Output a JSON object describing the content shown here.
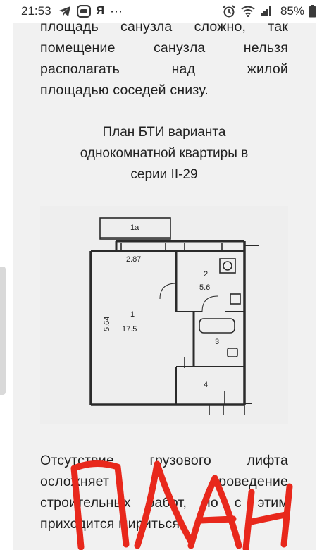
{
  "status_bar": {
    "time": "21:53",
    "left_icons": [
      "telegram-icon",
      "messenger-icon",
      "yandex-icon",
      "more-dots-icon"
    ],
    "yandex_glyph": "Я",
    "more_glyph": "⋯",
    "right_icons": [
      "alarm-icon",
      "wifi-icon",
      "signal-icon",
      "battery-icon"
    ],
    "battery_percent": "85%"
  },
  "article": {
    "paragraph_top": [
      "площадь санузла сложно, так",
      "помещение санузла нельзя",
      "располагать над жилой",
      "площадью соседей снизу."
    ],
    "caption": [
      "План БТИ варианта",
      "однокомнатной квартиры в",
      "серии II-29"
    ],
    "paragraph_bottom": [
      "Отсутствие грузового лифта",
      "осложняет проведение",
      "строительных работ, но с этим",
      "приходится мириться."
    ]
  },
  "floor_plan": {
    "rooms": [
      {
        "number": "1а",
        "area": "",
        "dimension": "2.87"
      },
      {
        "number": "1",
        "area": "17.5",
        "dimension": "5.64"
      },
      {
        "number": "2",
        "area": "5.6",
        "dimension": ""
      },
      {
        "number": "3",
        "area": "",
        "dimension": ""
      },
      {
        "number": "4",
        "area": "",
        "dimension": ""
      }
    ]
  },
  "overlay": {
    "handwritten_word": "ПЛАН",
    "color": "#e8281c"
  },
  "colors": {
    "page_background": "#f1f1f1",
    "text": "#1e1e1e",
    "plan_lines": "#2a2a2a"
  }
}
